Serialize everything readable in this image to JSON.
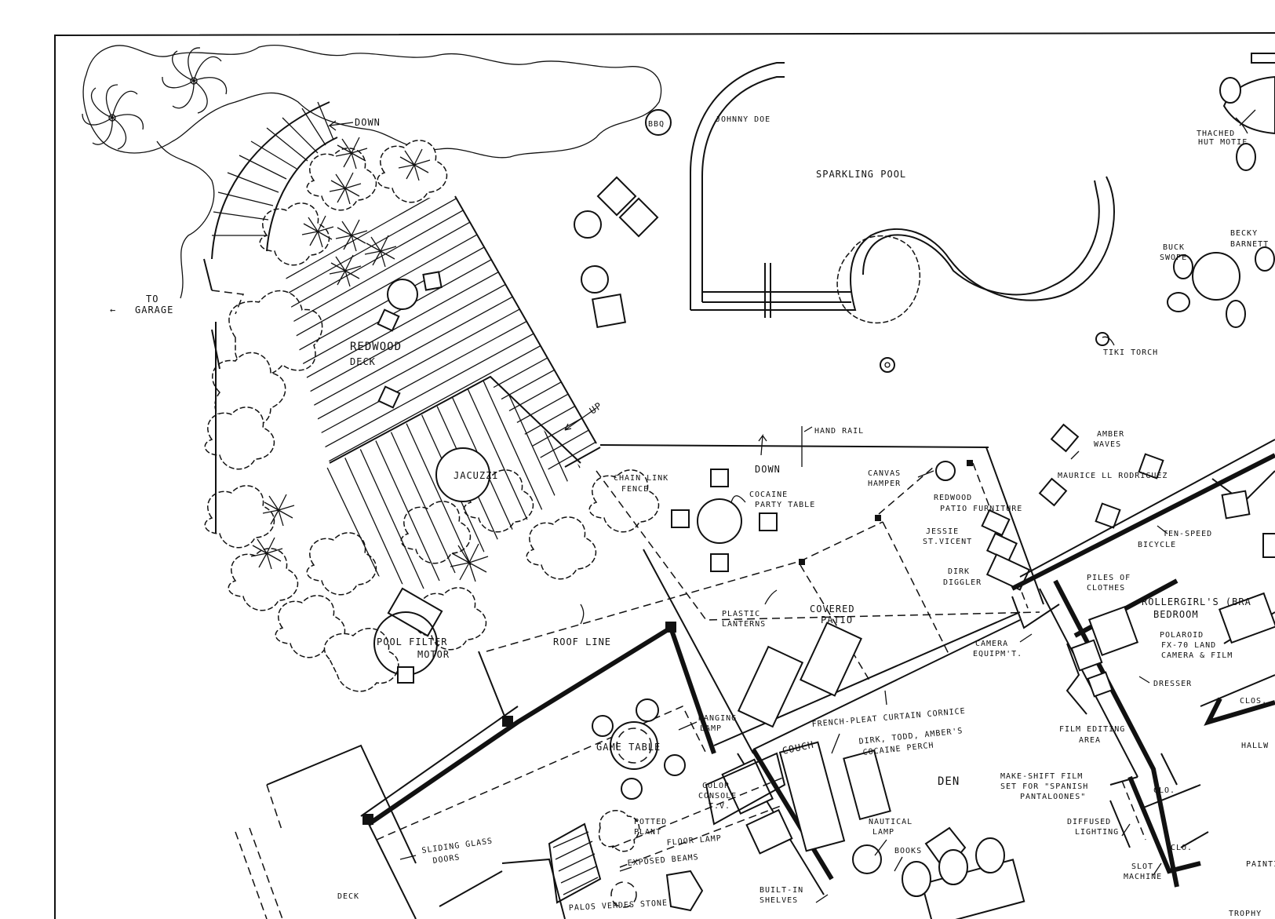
{
  "labels": {
    "down_stairs": "DOWN",
    "to_garage_1": "TO",
    "to_garage_2": "GARAGE",
    "redwood_deck_1": "REDWOOD",
    "redwood_deck_2": "DECK",
    "jacuzzi": "JACUZZI",
    "up": "UP",
    "pool_filter_1": "POOL FILTER",
    "pool_filter_2": "MOTOR",
    "roof_line": "ROOF LINE",
    "chain_link_1": "CHAIN LINK",
    "chain_link_2": "FENCE",
    "bbq": "BBQ",
    "johnny_doe": "JOHNNY DOE",
    "sparkling_pool": "SPARKLING POOL",
    "hand_rail": "HAND RAIL",
    "down_patio": "DOWN",
    "cocaine_table_1": "COCAINE",
    "cocaine_table_2": "PARTY TABLE",
    "canvas_hamper_1": "CANVAS",
    "canvas_hamper_2": "HAMPER",
    "redwood_furniture_1": "REDWOOD",
    "redwood_furniture_2": "PATIO FURNITURE",
    "jessie_1": "JESSIE",
    "jessie_2": "ST.VICENT",
    "dirk_1": "DIRK",
    "dirk_2": "DIGGLER",
    "plastic_lanterns_1": "PLASTIC",
    "plastic_lanterns_2": "LANTERNS",
    "covered_patio_1": "COVERED",
    "covered_patio_2": "PATIO",
    "thatched_1": "THACHED",
    "thatched_2": "HUT MOTIF",
    "buck_1": "BUCK",
    "buck_2": "SWOPE",
    "becky_1": "BECKY",
    "becky_2": "BARNETT",
    "tiki_torch": "TIKI TORCH",
    "amber_1": "AMBER",
    "amber_2": "WAVES",
    "maurice": "MAURICE LL RODRIGUEZ",
    "ten_speed_1": "TEN-SPEED",
    "ten_speed_2": "BICYCLE",
    "piles_1": "PILES OF",
    "piles_2": "CLOTHES",
    "rollergirl_1": "ROLLERGIRL'S (BRA",
    "rollergirl_2": "BEDROOM",
    "polaroid_1": "POLAROID",
    "polaroid_2": "FX-70 LAND",
    "polaroid_3": "CAMERA & FILM",
    "dresser": "DRESSER",
    "camera_1": "CAMERA",
    "camera_2": "EQUIPM'T.",
    "clos": "CLOS.",
    "film_editing_1": "FILM EDITING",
    "film_editing_2": "AREA",
    "hallway": "HALLW",
    "makeshift_1": "MAKE-SHIFT FILM",
    "makeshift_2": "SET FOR \"SPANISH",
    "makeshift_3": "PANTALOONES\"",
    "clo_1": "CLO.",
    "clo_2": "CLO.",
    "diffused_1": "DIFFUSED",
    "diffused_2": "LIGHTING",
    "slot_1": "SLOT",
    "slot_2": "MACHINE",
    "painting": "PAINTI",
    "trophy": "TROPHY",
    "hanging_lamp_1": "HANGING",
    "hanging_lamp_2": "LAMP",
    "game_table": "GAME TABLE",
    "french_pleat": "FRENCH-PLEAT CURTAIN CORNICE",
    "couch": "COUCH",
    "dirk_perch_1": "DIRK, TODD, AMBER'S",
    "dirk_perch_2": "COCAINE PERCH",
    "den": "DEN",
    "color_console_1": "COLOR",
    "color_console_2": "CONSOLE",
    "color_console_3": "T.V.",
    "nautical_lamp_1": "NAUTICAL",
    "nautical_lamp_2": "LAMP",
    "books": "BOOKS",
    "potted_plant_1": "POTTED",
    "potted_plant_2": "PLANT",
    "floor_lamp": "FLOOR LAMP",
    "exposed_beams": "EXPOSED BEAMS",
    "sliding_glass_1": "SLIDING GLASS",
    "sliding_glass_2": "DOORS",
    "built_in_1": "BUILT-IN",
    "built_in_2": "SHELVES",
    "deck": "DECK",
    "palos_verdes": "PALOS VERDES STONE"
  }
}
